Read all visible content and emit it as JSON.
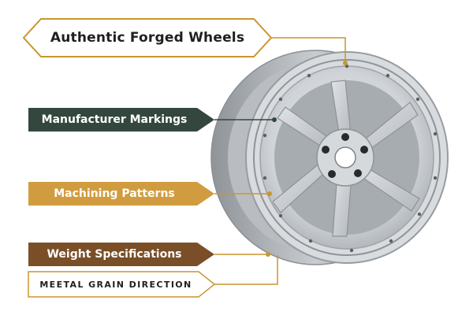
{
  "labels": {
    "authentic": "Authentic Forged Wheels",
    "manufacturer": "Manufacturer Markings",
    "machining": "Machining Patterns",
    "weight": "Weight Specifications",
    "grain": "MEETAL GRAIN DIRECTION"
  },
  "colors": {
    "manufacturer_bg": "#34473f",
    "machining_bg": "#d19c3f",
    "weight_bg": "#7a4f27",
    "leader_gold": "#c9962f",
    "wheel_silver": "#c4c8cc",
    "outline_dark": "#2b2b2b"
  },
  "icons": {
    "wheel": "forged-alloy-wheel-icon"
  }
}
